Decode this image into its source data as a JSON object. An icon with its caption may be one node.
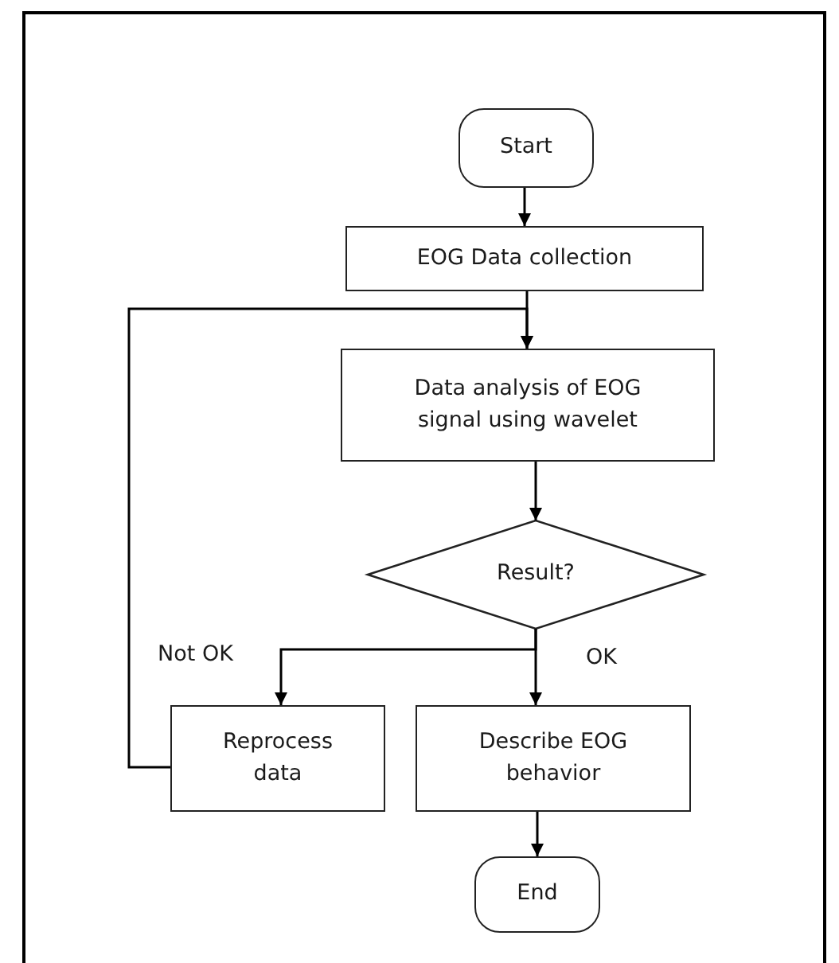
{
  "diagram": {
    "nodes": [
      {
        "text": [
          "Start"
        ]
      },
      {
        "text": [
          "EOG Data collection"
        ]
      },
      {
        "text": [
          "Data analysis of EOG signal using wavelet"
        ]
      },
      {
        "text": [
          "Result?"
        ]
      },
      {
        "text": [
          "Reprocess data"
        ]
      },
      {
        "text": [
          "Describe EOG behavior"
        ]
      },
      {
        "text": [
          "End"
        ]
      }
    ],
    "edges": [
      {
        "from": 0,
        "to": 1,
        "arrow": "to"
      },
      {
        "from": 1,
        "to": 2,
        "arrow": "to"
      },
      {
        "from": 2,
        "to": 3,
        "arrow": "to"
      },
      {
        "from": 3,
        "to": 4,
        "arrow": "to",
        "label": "Not OK"
      },
      {
        "from": 3,
        "to": 5,
        "arrow": "to",
        "label": "OK"
      },
      {
        "from": 5,
        "to": 6,
        "arrow": "to"
      },
      {
        "from": 4,
        "to": 2,
        "arrow": "to"
      }
    ]
  }
}
